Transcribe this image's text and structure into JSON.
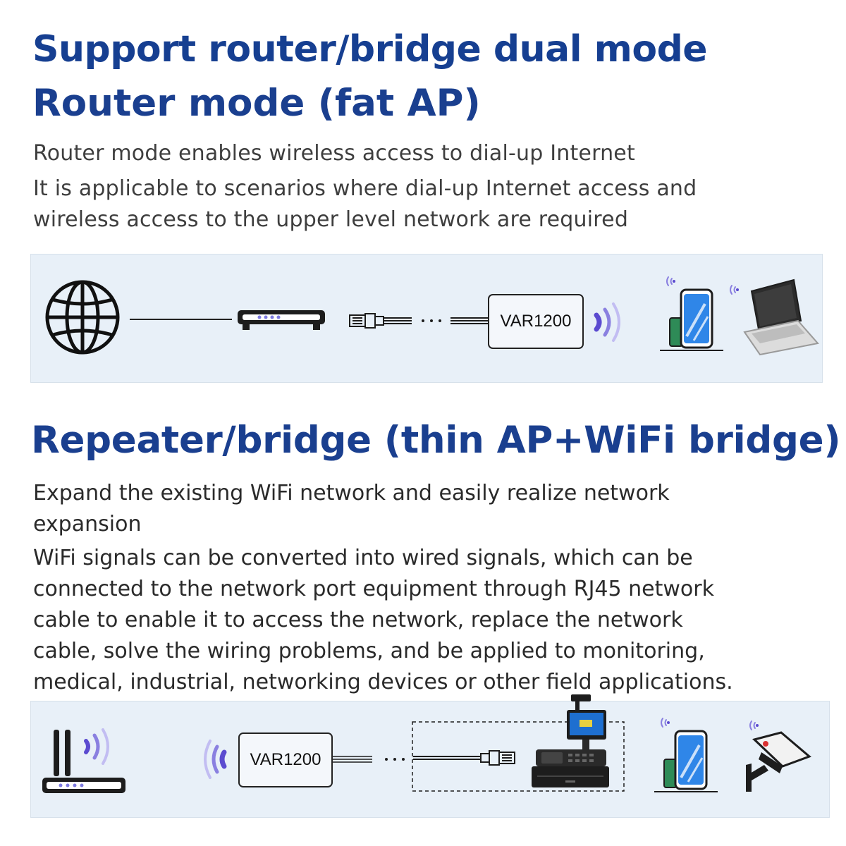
{
  "heading": "Support router/bridge dual mode",
  "router_mode": {
    "title": "Router mode (fat AP)",
    "lines": [
      "Router mode enables wireless access to dial-up Internet",
      "It is applicable to scenarios where dial-up Internet access and",
      "wireless access to the upper level network are required"
    ],
    "diagram": {
      "device_label": "VAR1200",
      "icons": [
        "globe-icon",
        "modem-icon",
        "rj45-connector-icon",
        "wifi-signal-icon",
        "smartphone-icon",
        "laptop-icon"
      ]
    }
  },
  "repeater_mode": {
    "title": "Repeater/bridge (thin AP+WiFi bridge)",
    "lines": [
      "Expand the existing WiFi network and easily realize network",
      "expansion",
      "WiFi signals can be converted into wired signals, which can be",
      "connected to the network port equipment through RJ45 network",
      "cable to enable it to access the network, replace the network",
      "cable, solve the wiring problems, and be applied to monitoring,",
      "medical, industrial, networking devices or other field applications."
    ],
    "diagram": {
      "device_label": "VAR1200",
      "icons": [
        "router-icon",
        "wifi-signal-icon",
        "rj45-connector-icon",
        "pos-terminal-icon",
        "smartphone-icon",
        "security-camera-icon"
      ]
    }
  },
  "colors": {
    "heading": "#163f91",
    "title": "#1a3f8f",
    "panel_bg": "#e8f0f8",
    "wifi_purple": "#6f5fd8",
    "phone_blue": "#2f86e8"
  }
}
